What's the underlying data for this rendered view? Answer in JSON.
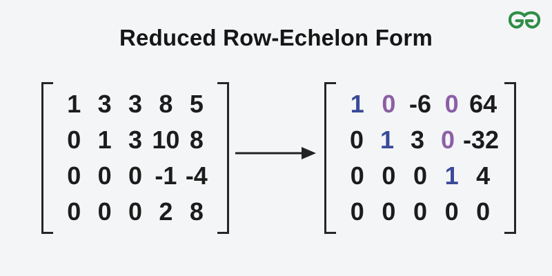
{
  "page": {
    "background": "#f4f5f7"
  },
  "header": {
    "title": "Reduced Row-Echelon Form",
    "logo": "geeksforgeeks-logo",
    "logo_color": "#2f8d46"
  },
  "colors": {
    "black": "#1c1c1c",
    "pivot_blue": "#3a4a99",
    "zero_purple": "#8c5fa5",
    "bracket": "#262626",
    "arrow": "#222222"
  },
  "matrices": {
    "left": {
      "rows": [
        [
          "1",
          "3",
          "3",
          "8",
          "5"
        ],
        [
          "0",
          "1",
          "3",
          "10",
          "8"
        ],
        [
          "0",
          "0",
          "0",
          "-1",
          "-4"
        ],
        [
          "0",
          "0",
          "0",
          "2",
          "8"
        ]
      ]
    },
    "right": {
      "rows": [
        [
          "1",
          "0",
          "-6",
          "0",
          "64"
        ],
        [
          "0",
          "1",
          "3",
          "0",
          "-32"
        ],
        [
          "0",
          "0",
          "0",
          "1",
          "4"
        ],
        [
          "0",
          "0",
          "0",
          "0",
          "0"
        ]
      ],
      "cell_colors": [
        [
          "pivot_blue",
          "zero_purple",
          "black",
          "zero_purple",
          "black"
        ],
        [
          "black",
          "pivot_blue",
          "black",
          "zero_purple",
          "black"
        ],
        [
          "black",
          "black",
          "black",
          "pivot_blue",
          "black"
        ],
        [
          "black",
          "black",
          "black",
          "black",
          "black"
        ]
      ]
    }
  },
  "transform": {
    "arrow": "right-arrow"
  }
}
